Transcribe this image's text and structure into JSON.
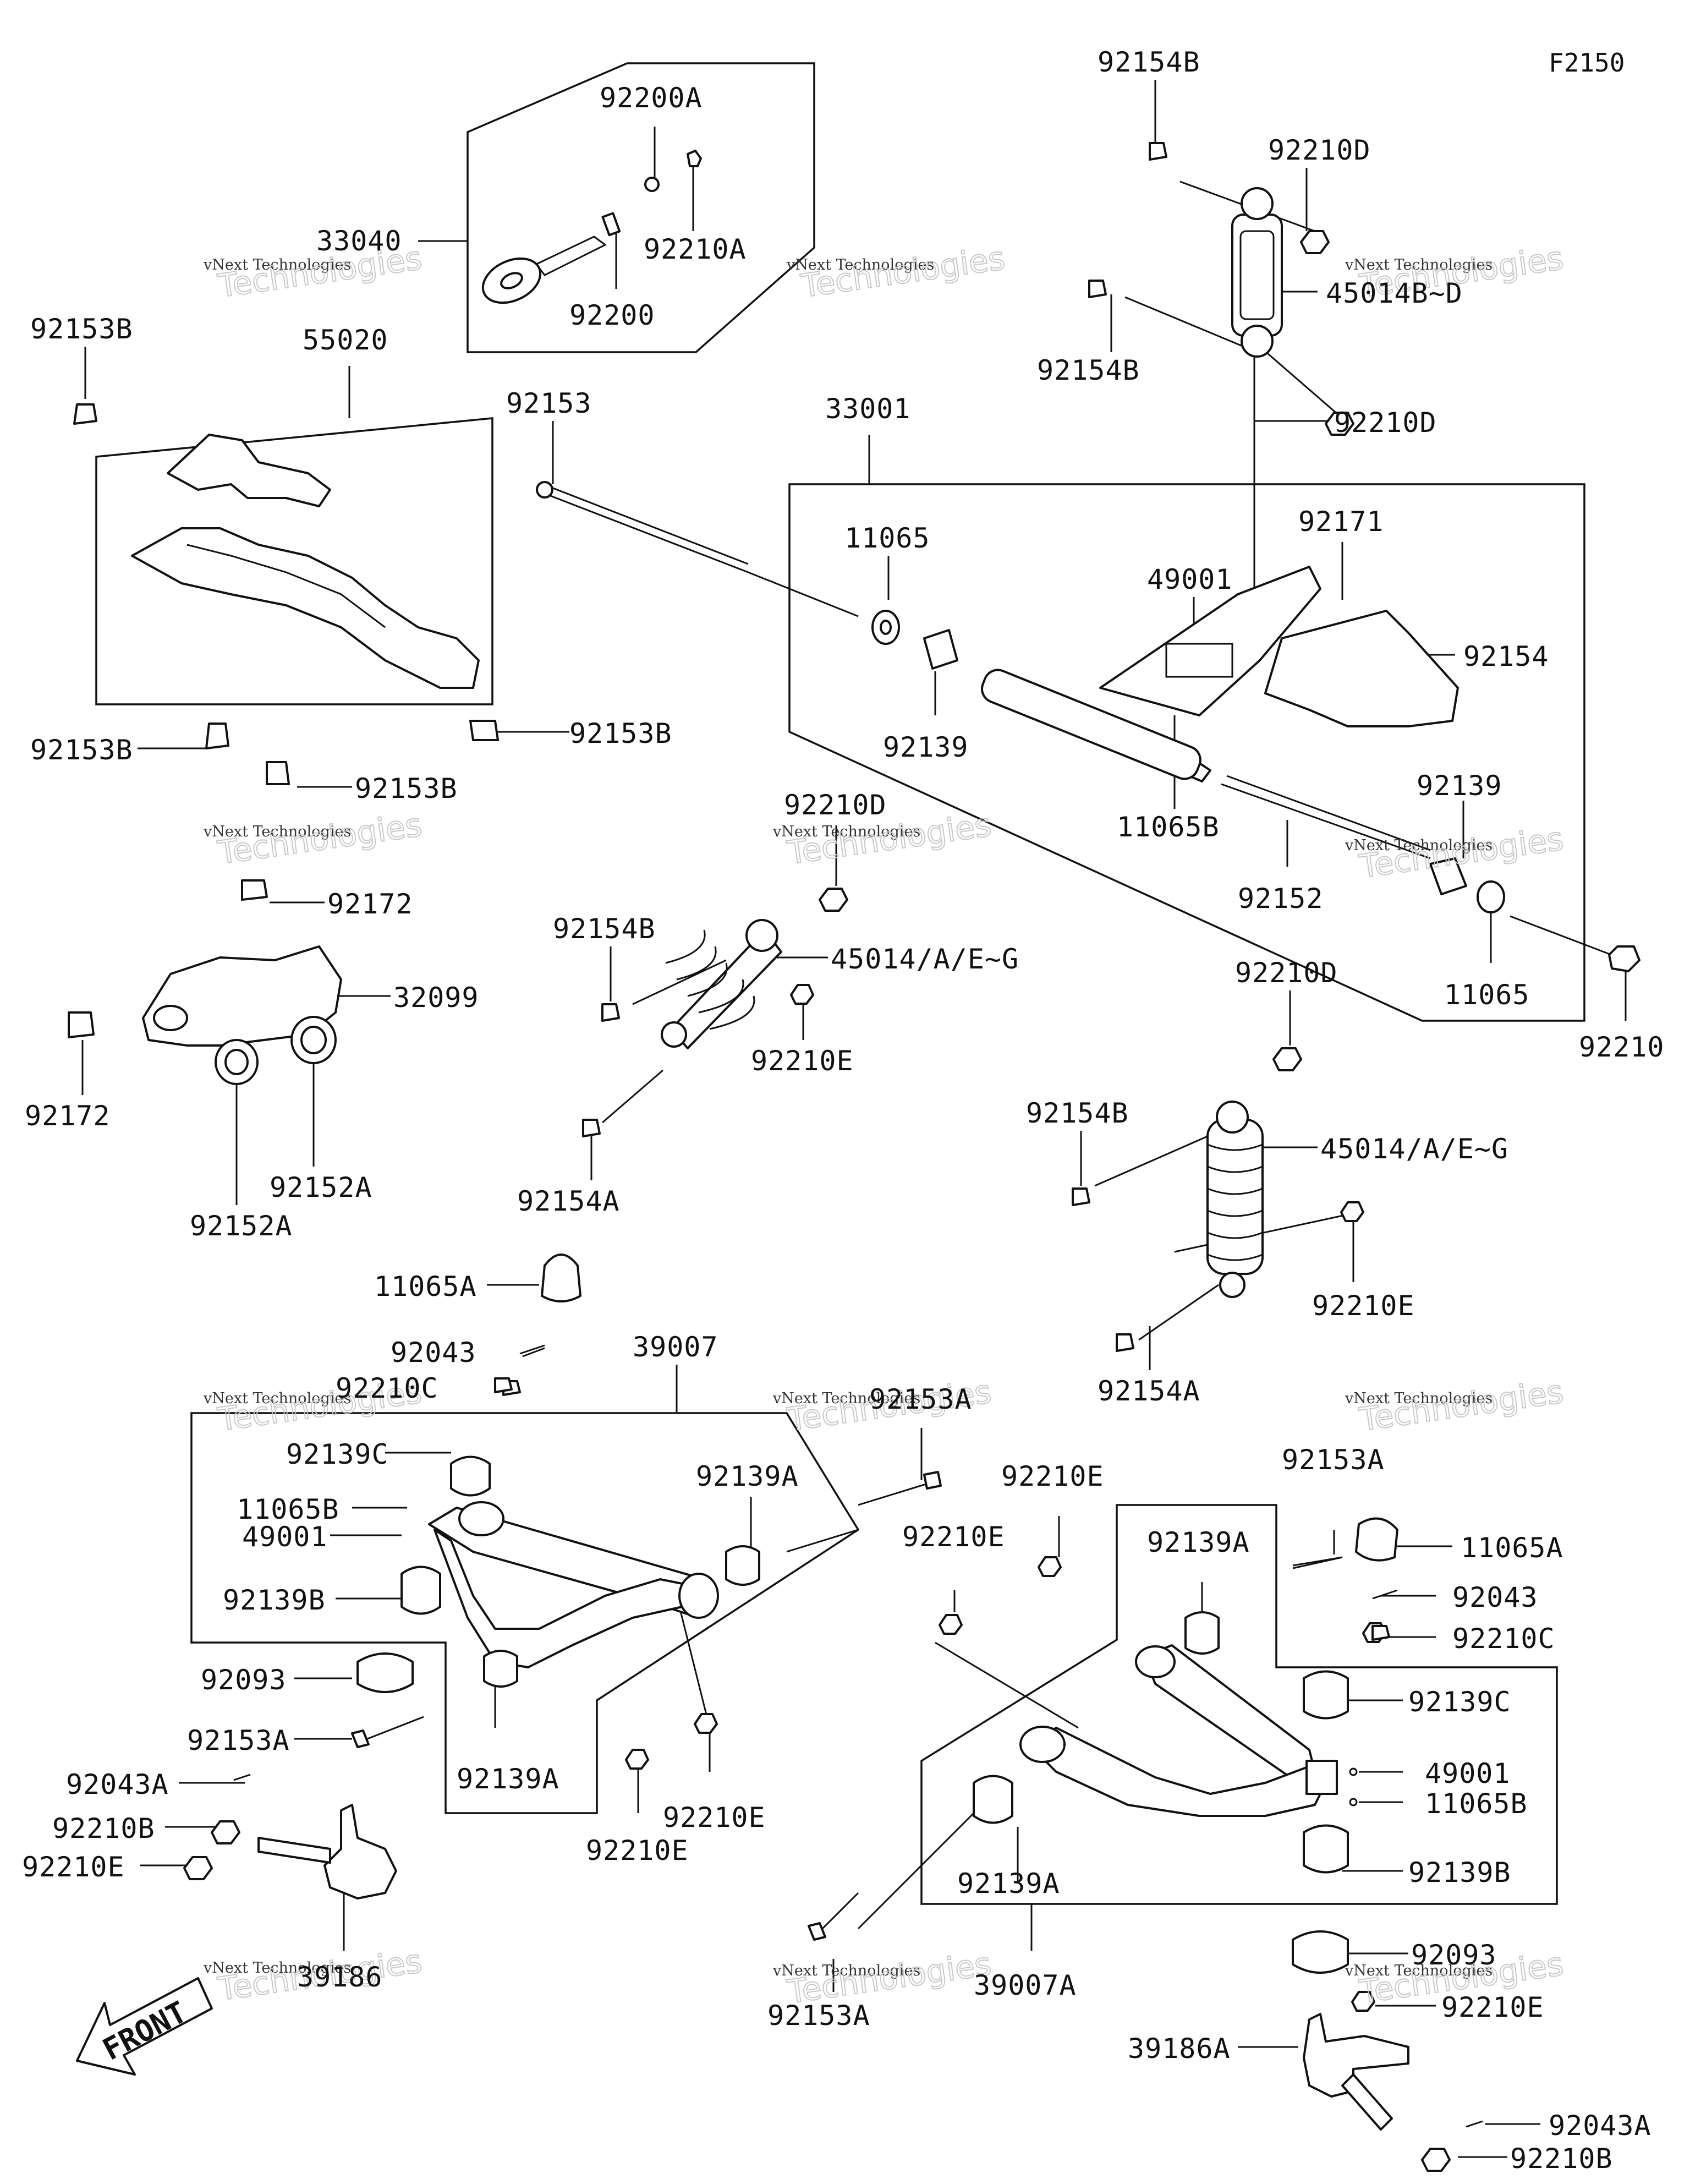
{
  "diagram": {
    "ref_code": "F2150",
    "watermark": {
      "line1": "vNext Technologies",
      "line2": "vNext",
      "line3": "Technologies"
    },
    "front_label": "FRONT",
    "labels": [
      "92154B",
      "92210D",
      "45014B~D",
      "92154B",
      "92210D",
      "92200A",
      "92210A",
      "33040",
      "92200",
      "92153B",
      "55020",
      "92153",
      "33001",
      "11065",
      "49001",
      "92171",
      "92154",
      "92139",
      "11065B",
      "92139",
      "92152",
      "11065",
      "92210",
      "92153B",
      "92153B",
      "92153B",
      "92210D",
      "92154B",
      "45014/A/E~G",
      "92210E",
      "92154A",
      "92172",
      "32099",
      "92172",
      "92152A",
      "92152A",
      "92210D",
      "92154B",
      "45014/A/E~G",
      "92210E",
      "92154A",
      "11065A",
      "92043",
      "92210C",
      "39007",
      "92139C",
      "11065B",
      "49001",
      "92139B",
      "92153A",
      "92139A",
      "92093",
      "92153A",
      "92139A",
      "92210E",
      "92210E",
      "92043A",
      "92210B",
      "92210E",
      "39186",
      "92210E",
      "92210E",
      "92139A",
      "92153A",
      "11065A",
      "92043",
      "92210C",
      "92139C",
      "49001",
      "11065B",
      "92139B",
      "92139A",
      "92153A",
      "39007A",
      "92093",
      "92210E",
      "39186A",
      "92043A",
      "92210B"
    ]
  }
}
